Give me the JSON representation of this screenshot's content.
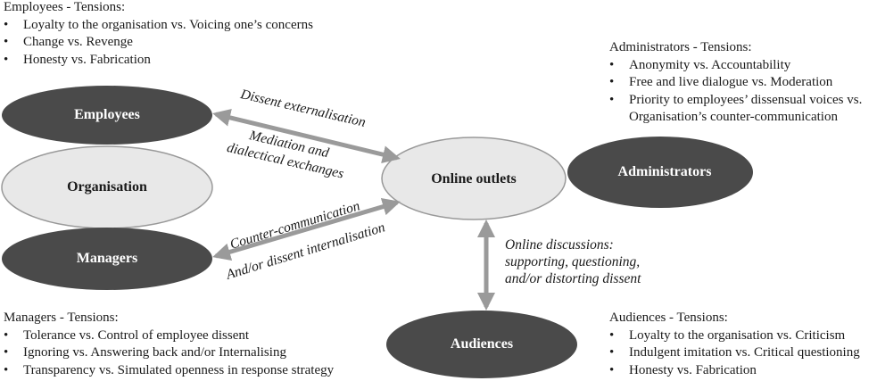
{
  "nodes": {
    "employees": "Employees",
    "organisation": "Organisation",
    "managers": "Managers",
    "online_outlets": "Online outlets",
    "administrators": "Administrators",
    "audiences": "Audiences"
  },
  "arrows": {
    "dissent_externalisation": "Dissent externalisation",
    "mediation_line1": "Mediation and",
    "mediation_line2": "dialectical exchanges",
    "counter_communication": "Counter-communication",
    "dissent_internalisation": "And/or dissent internalisation",
    "online_discussions_line1": "Online discussions:",
    "online_discussions_line2": "supporting, questioning,",
    "online_discussions_line3": "and/or distorting dissent"
  },
  "tensions": {
    "employees": {
      "title": "Employees - Tensions:",
      "items": [
        "Loyalty to the organisation vs. Voicing one’s concerns",
        "Change vs. Revenge",
        "Honesty vs. Fabrication"
      ]
    },
    "administrators": {
      "title": "Administrators - Tensions:",
      "items": [
        "Anonymity vs. Accountability",
        "Free and live dialogue vs. Moderation",
        "Priority to employees’ dissensual voices vs. Organisation’s counter-communication"
      ]
    },
    "managers": {
      "title": "Managers - Tensions:",
      "items": [
        "Tolerance vs. Control of employee dissent",
        "Ignoring vs. Answering back and/or Internalising",
        "Transparency vs. Simulated openness in response strategy"
      ]
    },
    "audiences": {
      "title": "Audiences - Tensions:",
      "items": [
        "Loyalty to the organisation vs. Criticism",
        "Indulgent imitation vs. Critical questioning",
        "Honesty vs. Fabrication"
      ]
    }
  },
  "colors": {
    "dark_node": "#4a4a4a",
    "light_node": "#e8e8e8",
    "arrow": "#9a9a9a"
  }
}
